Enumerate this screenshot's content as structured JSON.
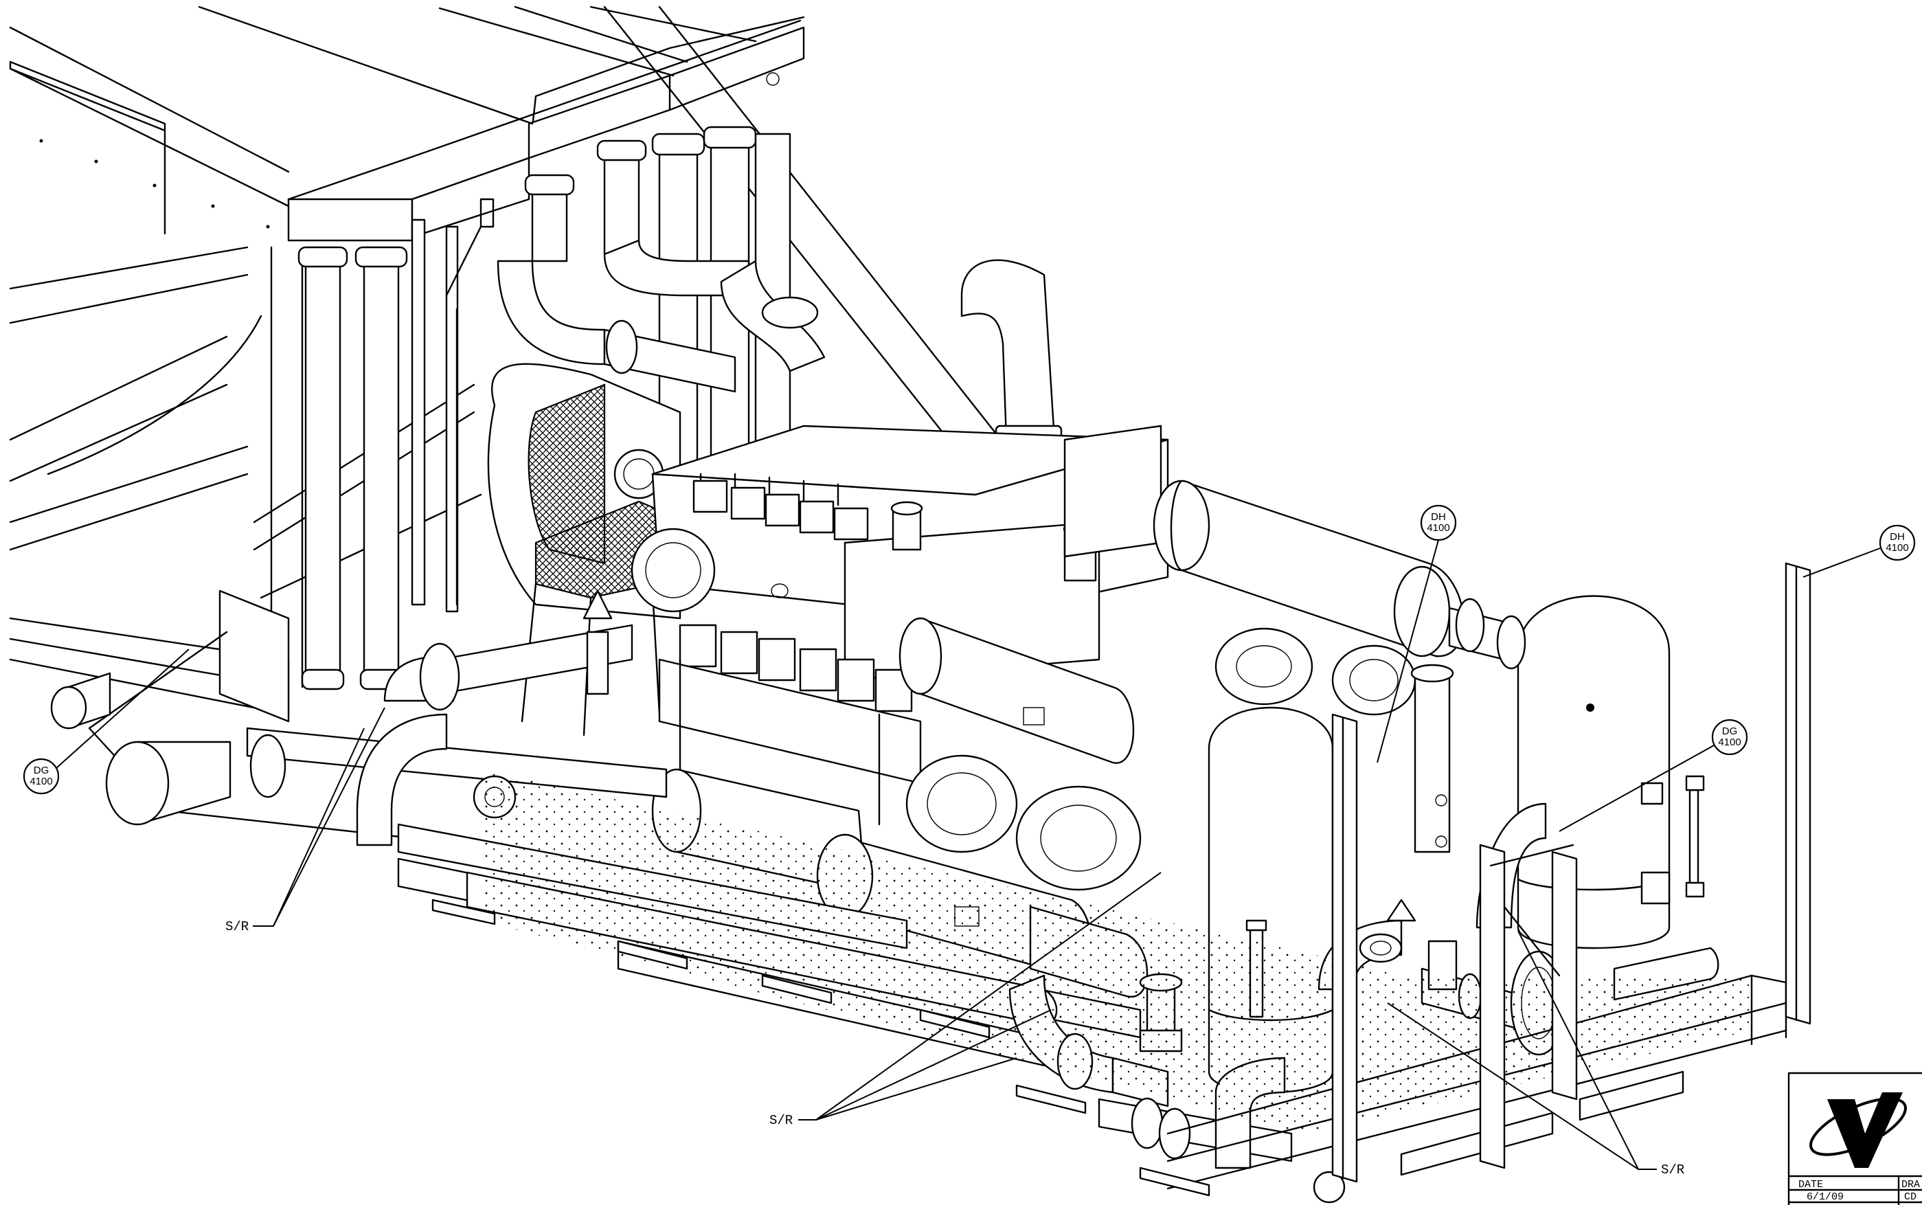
{
  "tags": {
    "dh_left": {
      "code": "DH",
      "num": "4100"
    },
    "dh_right": {
      "code": "DH",
      "num": "4100"
    },
    "dg_left": {
      "code": "DG",
      "num": "4100"
    },
    "dg_right": {
      "code": "DG",
      "num": "4100"
    }
  },
  "callouts": {
    "sr_left": "S/R",
    "sr_middle": "S/R",
    "sr_right": "S/R"
  },
  "title_block": {
    "date_label": "DATE",
    "date_value": "6/1/09",
    "drawn_label": "DRA",
    "drawn_value": "CD"
  }
}
